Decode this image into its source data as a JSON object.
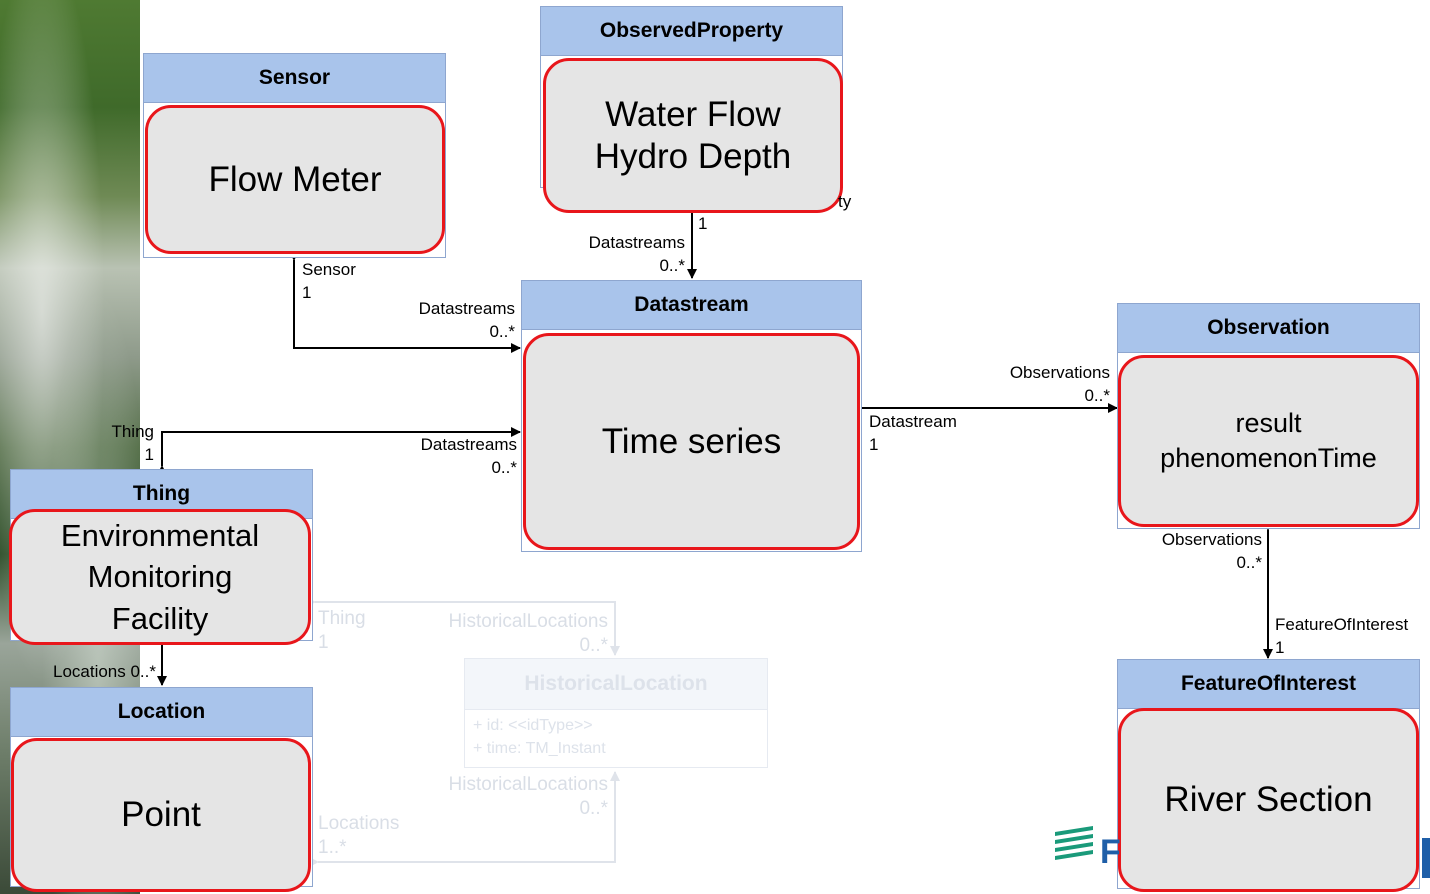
{
  "classes": {
    "sensor": {
      "title": "Sensor",
      "callout": "Flow Meter"
    },
    "observed_property": {
      "title": "ObservedProperty",
      "callout": "Water Flow\nHydro Depth"
    },
    "datastream": {
      "title": "Datastream",
      "callout": "Time series"
    },
    "observation": {
      "title": "Observation",
      "callout": "result\nphenomenonTime"
    },
    "thing": {
      "title": "Thing",
      "callout": "Environmental\nMonitoring\nFacility"
    },
    "location": {
      "title": "Location",
      "callout": "Point"
    },
    "feature_of_interest": {
      "title": "FeatureOfInterest",
      "callout": "River Section"
    },
    "historical_location": {
      "title": "HistoricalLocation",
      "attributes": [
        "+ id: <<idType>>",
        "+ time: TM_Instant"
      ]
    }
  },
  "labels": {
    "op_one": "1",
    "op_datastreams": "Datastreams",
    "op_datastreams_mult": "0..*",
    "sensor_role": "Sensor",
    "sensor_one": "1",
    "sensor_datastreams": "Datastreams",
    "sensor_datastreams_mult": "0..*",
    "thing_role": "Thing",
    "thing_one": "1",
    "thing_datastreams": "Datastreams",
    "thing_datastreams_mult": "0..*",
    "obs_observations": "Observations",
    "obs_observations_mult": "0..*",
    "obs_datastream": "Datastream",
    "obs_datastream_one": "1",
    "foi_observations": "Observations",
    "foi_observations_mult": "0..*",
    "foi_role": "FeatureOfInterest",
    "foi_one": "1",
    "loc_locations": "Locations 0..*",
    "hist_thing": "Thing",
    "hist_thing_one": "1",
    "hist_locations_top": "HistoricalLocations",
    "hist_locations_top_mult": "0..*",
    "hist_locations_bottom": "HistoricalLocations",
    "hist_locations_bottom_mult": "0..*",
    "hist_loc_locations": "Locations",
    "hist_loc_locations_mult": "1..*",
    "op_partial": "ty"
  },
  "logo": {
    "text": "F",
    "color": "#1f5fa8"
  },
  "colors": {
    "header": "#a9c4eb",
    "callout_border": "#e8161b",
    "callout_fill": "#e5e5e5"
  }
}
